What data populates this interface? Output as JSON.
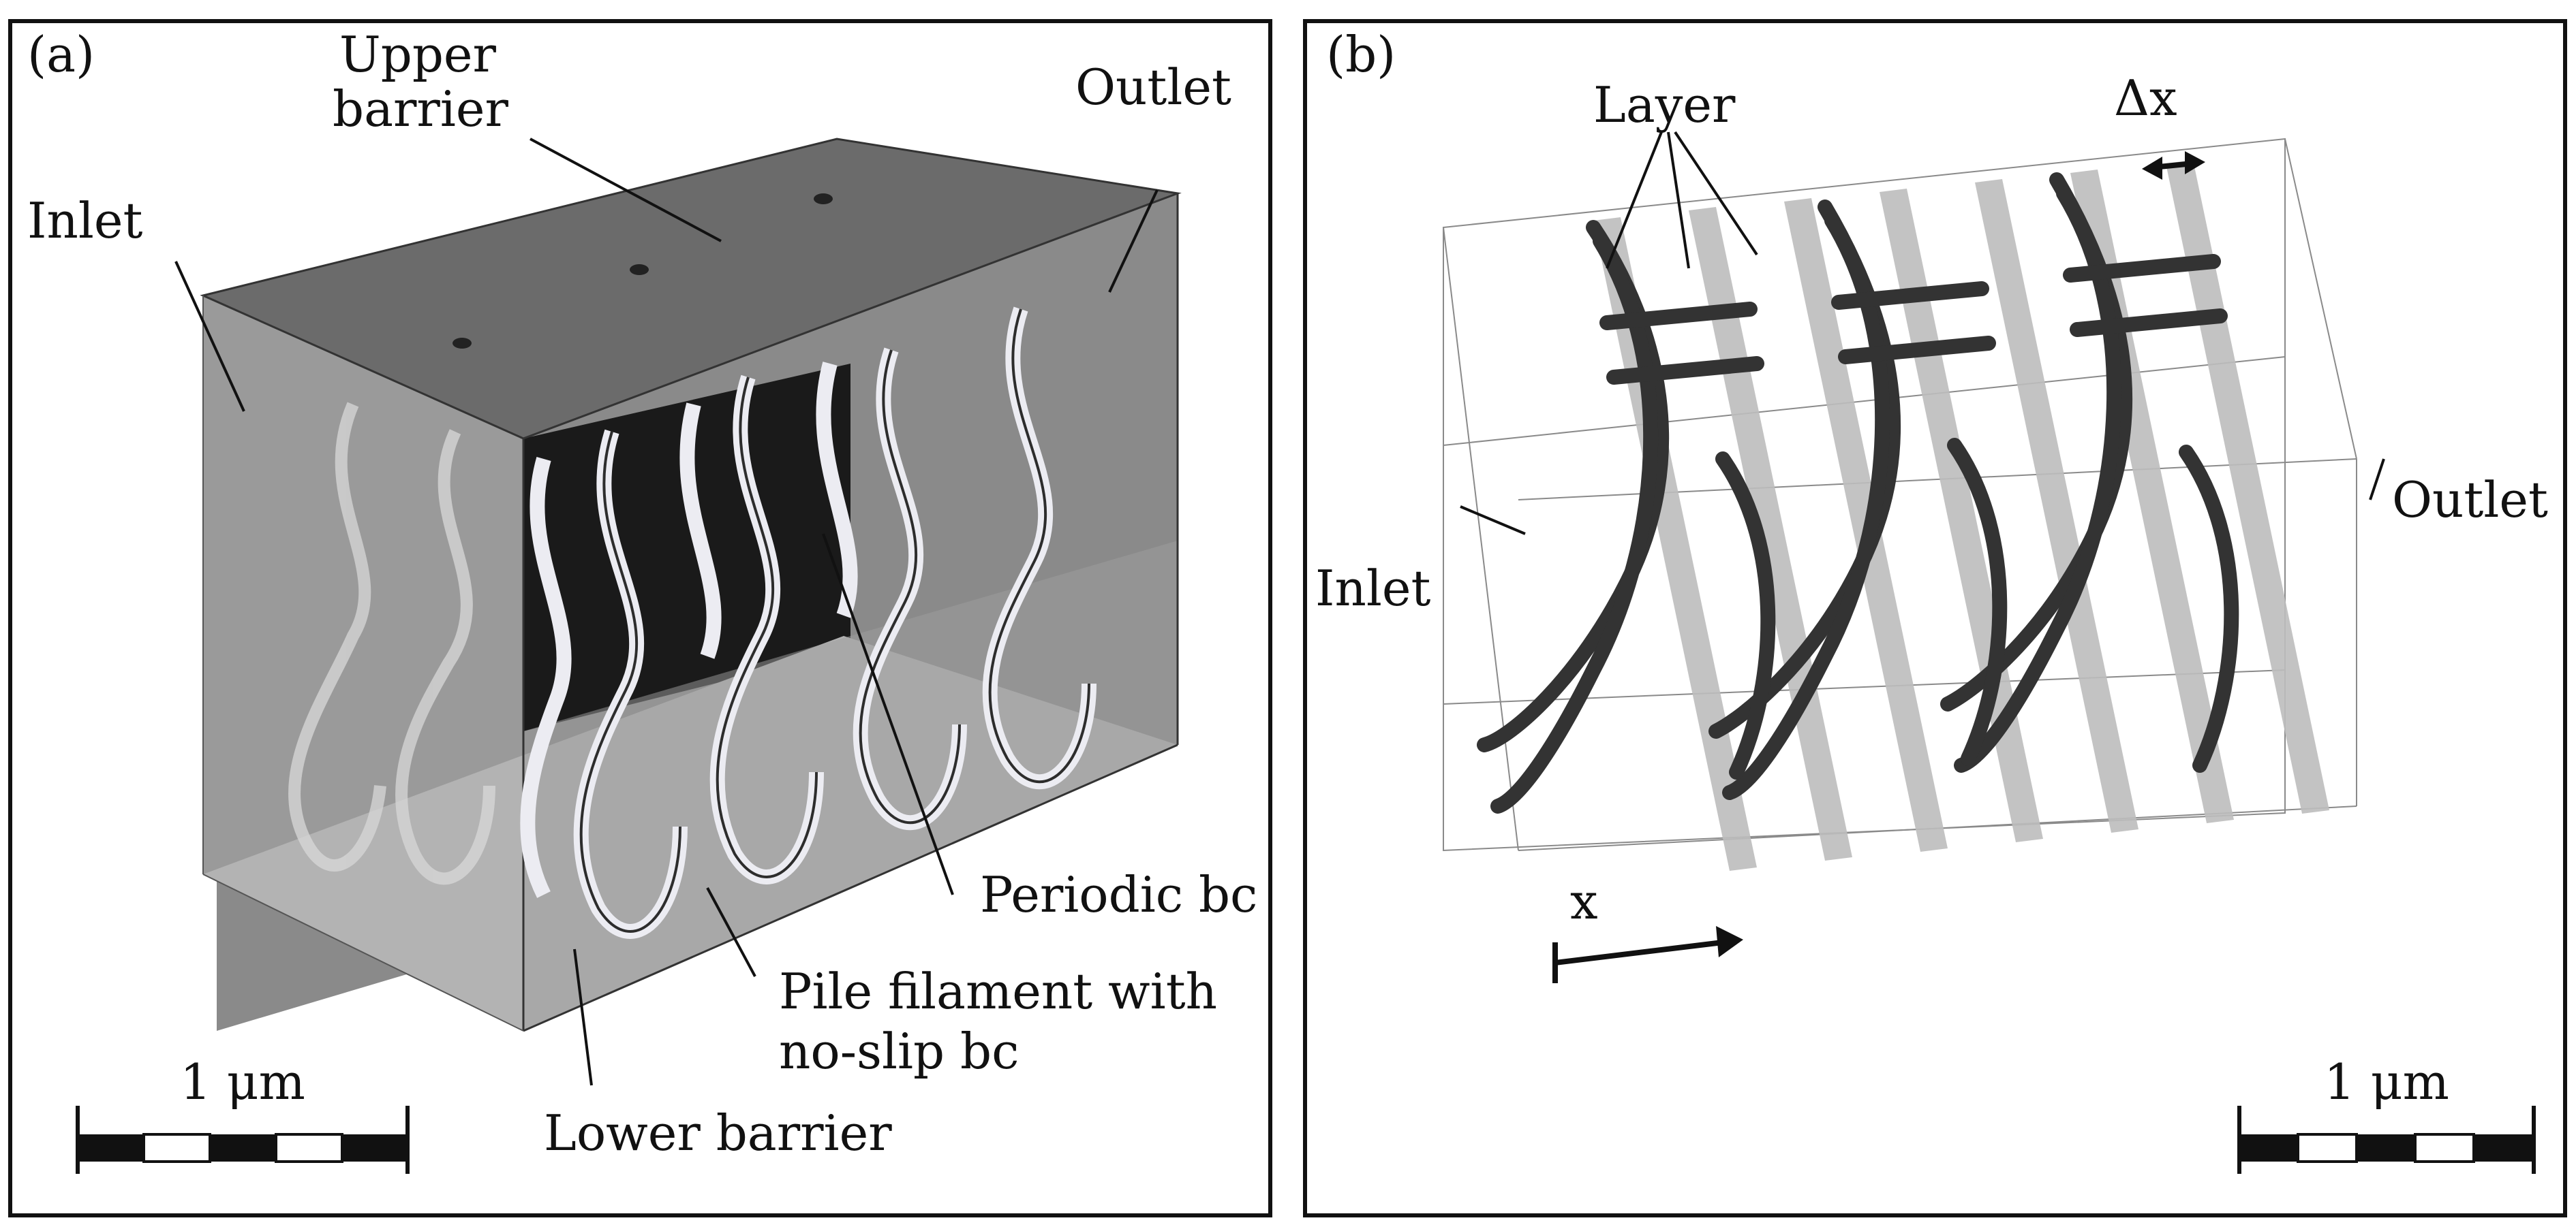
{
  "panel_a": {
    "tag": "(a)",
    "labels": {
      "upper_barrier_1": "Upper",
      "upper_barrier_2": "barrier",
      "outlet": "Outlet",
      "inlet": "Inlet",
      "periodic_bc": "Periodic bc",
      "pile_filament_1": "Pile filament with",
      "pile_filament_2": "no-slip bc",
      "lower_barrier": "Lower barrier"
    },
    "scale_bar": "1 μm"
  },
  "panel_b": {
    "tag": "(b)",
    "labels": {
      "layer": "Layer",
      "delta_x": "Δx",
      "outlet": "Outlet",
      "inlet": "Inlet",
      "x_axis": "x"
    },
    "scale_bar": "1 μm"
  },
  "colors": {
    "frame": "#111111",
    "box_dark": "#6e6e6e",
    "box_mid": "#8c8c8c",
    "box_light": "#a6a6a6",
    "filament_light": "#e8e8ee",
    "filament_dark": "#3a3a3a",
    "layer_plane": "#bdbdbd"
  }
}
